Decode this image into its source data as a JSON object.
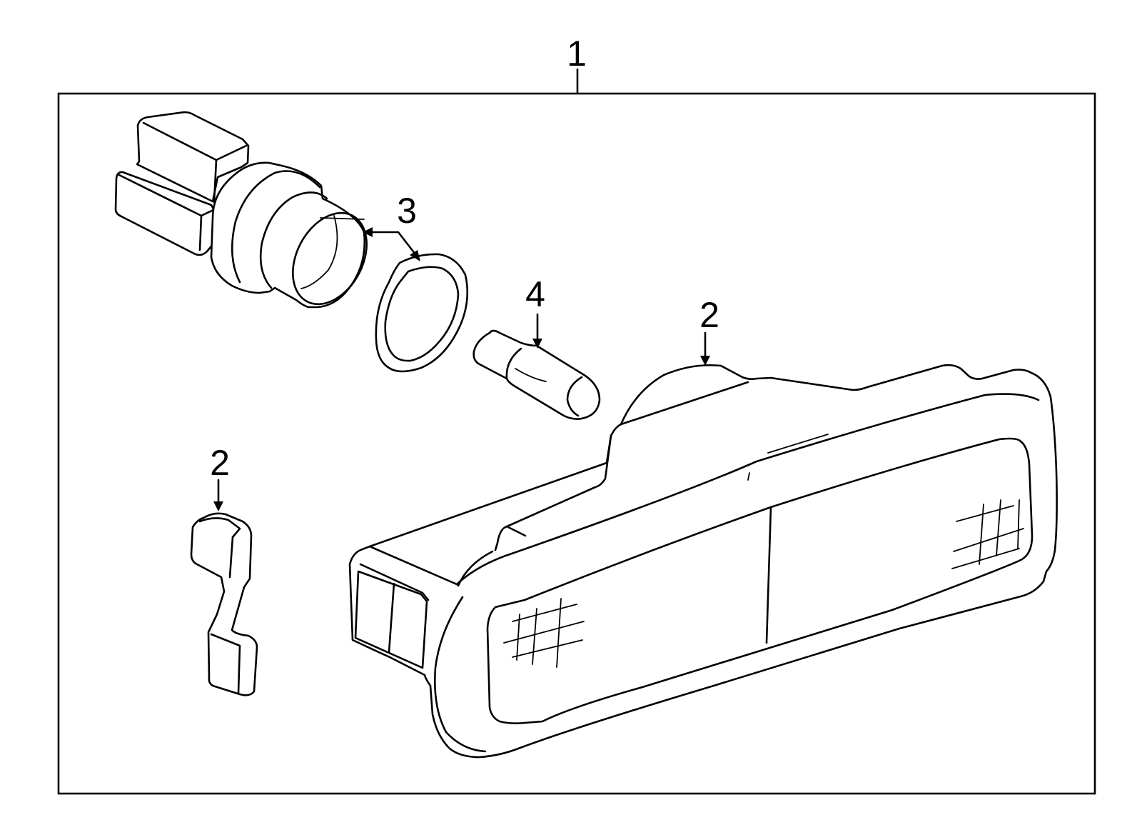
{
  "callouts": {
    "assembly": "1",
    "socket_right": "2",
    "socket_left": "2",
    "gasket": "3",
    "bulb": "4"
  }
}
